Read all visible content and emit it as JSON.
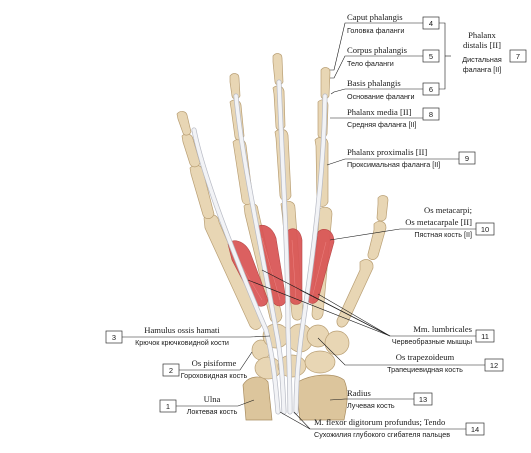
{
  "labels": {
    "l1": {
      "number": "1",
      "latin": "Ulna",
      "russian": "Локтевая кость"
    },
    "l2": {
      "number": "2",
      "latin": "Os pisiforme",
      "russian": "Гороховидная кость"
    },
    "l3": {
      "number": "3",
      "latin": "Hamulus ossis hamati",
      "russian": "Крючок крючковидной кости"
    },
    "l4": {
      "number": "4",
      "latin": "Caput phalangis",
      "russian": "Головка фаланги"
    },
    "l5": {
      "number": "5",
      "latin": "Corpus phalangis",
      "russian": "Тело фаланги"
    },
    "l6": {
      "number": "6",
      "latin": "Basis phalangis",
      "russian": "Основание фаланги"
    },
    "l7": {
      "number": "7",
      "latin_line1": "Phalanx",
      "latin_line2": "distalis [II]",
      "russian_line1": "Дистальная",
      "russian_line2": "фаланга [II]"
    },
    "l8": {
      "number": "8",
      "latin": "Phalanx media [II]",
      "russian": "Средняя фаланга [II]"
    },
    "l9": {
      "number": "9",
      "latin": "Phalanx proximalis [II]",
      "russian": "Проксимальная фаланга [II]"
    },
    "l10": {
      "number": "10",
      "latin_line1": "Os metacarpi;",
      "latin_line2": "Os metacarpale [II]",
      "russian": "Пястная кость [II]"
    },
    "l11": {
      "number": "11",
      "latin": "Mm. lumbricales",
      "russian": "Червеобразные мышцы"
    },
    "l12": {
      "number": "12",
      "latin": "Os trapezoideum",
      "russian": "Трапециевидная кость"
    },
    "l13": {
      "number": "13",
      "latin": "Radius",
      "russian": "Лучевая кость"
    },
    "l14": {
      "number": "14",
      "latin": "M. flexor digitorum profundus; Tendo",
      "russian": "Сухожилия глубокого сгибателя пальцев"
    }
  },
  "colors": {
    "bone": "#e8d6b4",
    "muscle": "#d95555",
    "tendon": "#f2f3f6",
    "leader_line": "#1a1a1a"
  }
}
